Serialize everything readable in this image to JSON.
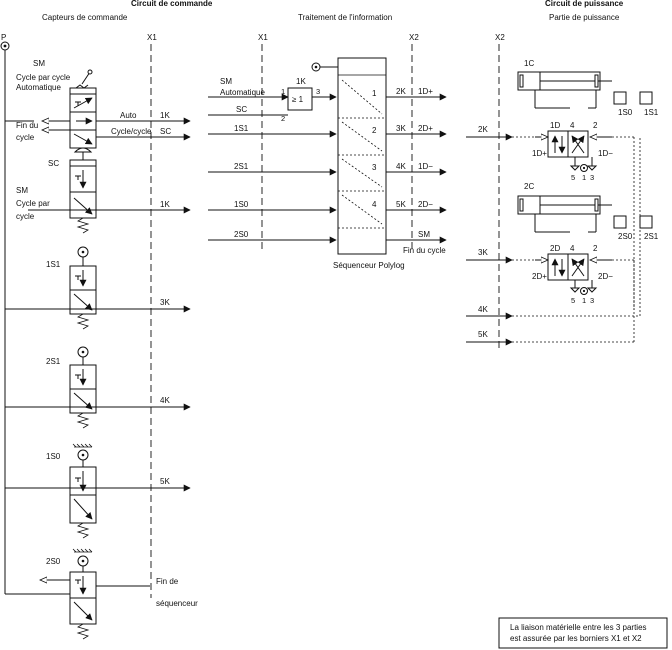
{
  "headers": {
    "command_circuit": "Circuit de commande",
    "sensors": "Capteurs de commande",
    "processing": "Traitement de l'information",
    "power_circuit": "Circuit de puissance",
    "power_part": "Partie de puissance"
  },
  "terminals": {
    "x1_left": "X1",
    "x1_mid": "X1",
    "x2_mid": "X2",
    "x2_right": "X2"
  },
  "supply": {
    "p": "P"
  },
  "sensors": {
    "sm_name": "SM",
    "sm_mode1": "Cycle par cycle",
    "sm_mode2": "Automatique",
    "sm_auto": "Auto",
    "sm_1k": "1K",
    "fin_du": "Fin du",
    "cycle": "cycle",
    "cycle_cycle": "Cycle/cycle",
    "sc_label_line": "SC",
    "sc_name": "SC",
    "sm2": "SM",
    "cycle_par": "Cycle par",
    "cycle2": "cycle",
    "sc_1k": "1K",
    "s1s1": "1S1",
    "s1s1_out": "3K",
    "s2s1": "2S1",
    "s2s1_out": "4K",
    "s1s0": "1S0",
    "s1s0_out": "5K",
    "s2s0": "2S0",
    "fin_de": "Fin de",
    "sequenceur": "séquenceur"
  },
  "processing": {
    "in_sm": "SM",
    "in_auto": "Automatique",
    "in_sc": "SC",
    "gate": "≥ 1",
    "gate_out": "1K",
    "p1": "1",
    "p2": "2",
    "p3": "3",
    "in_1s1": "1S1",
    "in_2s1": "2S1",
    "in_1s0": "1S0",
    "in_2s0": "2S0",
    "steps": [
      "1",
      "2",
      "3",
      "4"
    ],
    "k_outs": [
      "2K",
      "3K",
      "4K",
      "5K"
    ],
    "d_outs": [
      "1D+",
      "2D+",
      "1D−",
      "2D−"
    ],
    "sm_out": "SM",
    "fin_du_cycle": "Fin du cycle",
    "sequencer_title": "Séquenceur Polylog"
  },
  "power": {
    "c1": "1C",
    "c1_s0": "1S0",
    "c1_s1": "1S1",
    "d1": "1D",
    "d1_plus": "1D+",
    "d1_minus": "1D−",
    "k2": "2K",
    "c2": "2C",
    "c2_s0": "2S0",
    "c2_s1": "2S1",
    "d2": "2D",
    "d2_plus": "2D+",
    "d2_minus": "2D−",
    "k3": "3K",
    "k4": "4K",
    "k5": "5K",
    "port4": "4",
    "port2": "2",
    "port5": "5",
    "port1": "1",
    "port3": "3"
  },
  "note": {
    "line1": "La liaison matérielle entre les 3 parties",
    "line2": "est assurée par les borniers X1 et X2"
  }
}
